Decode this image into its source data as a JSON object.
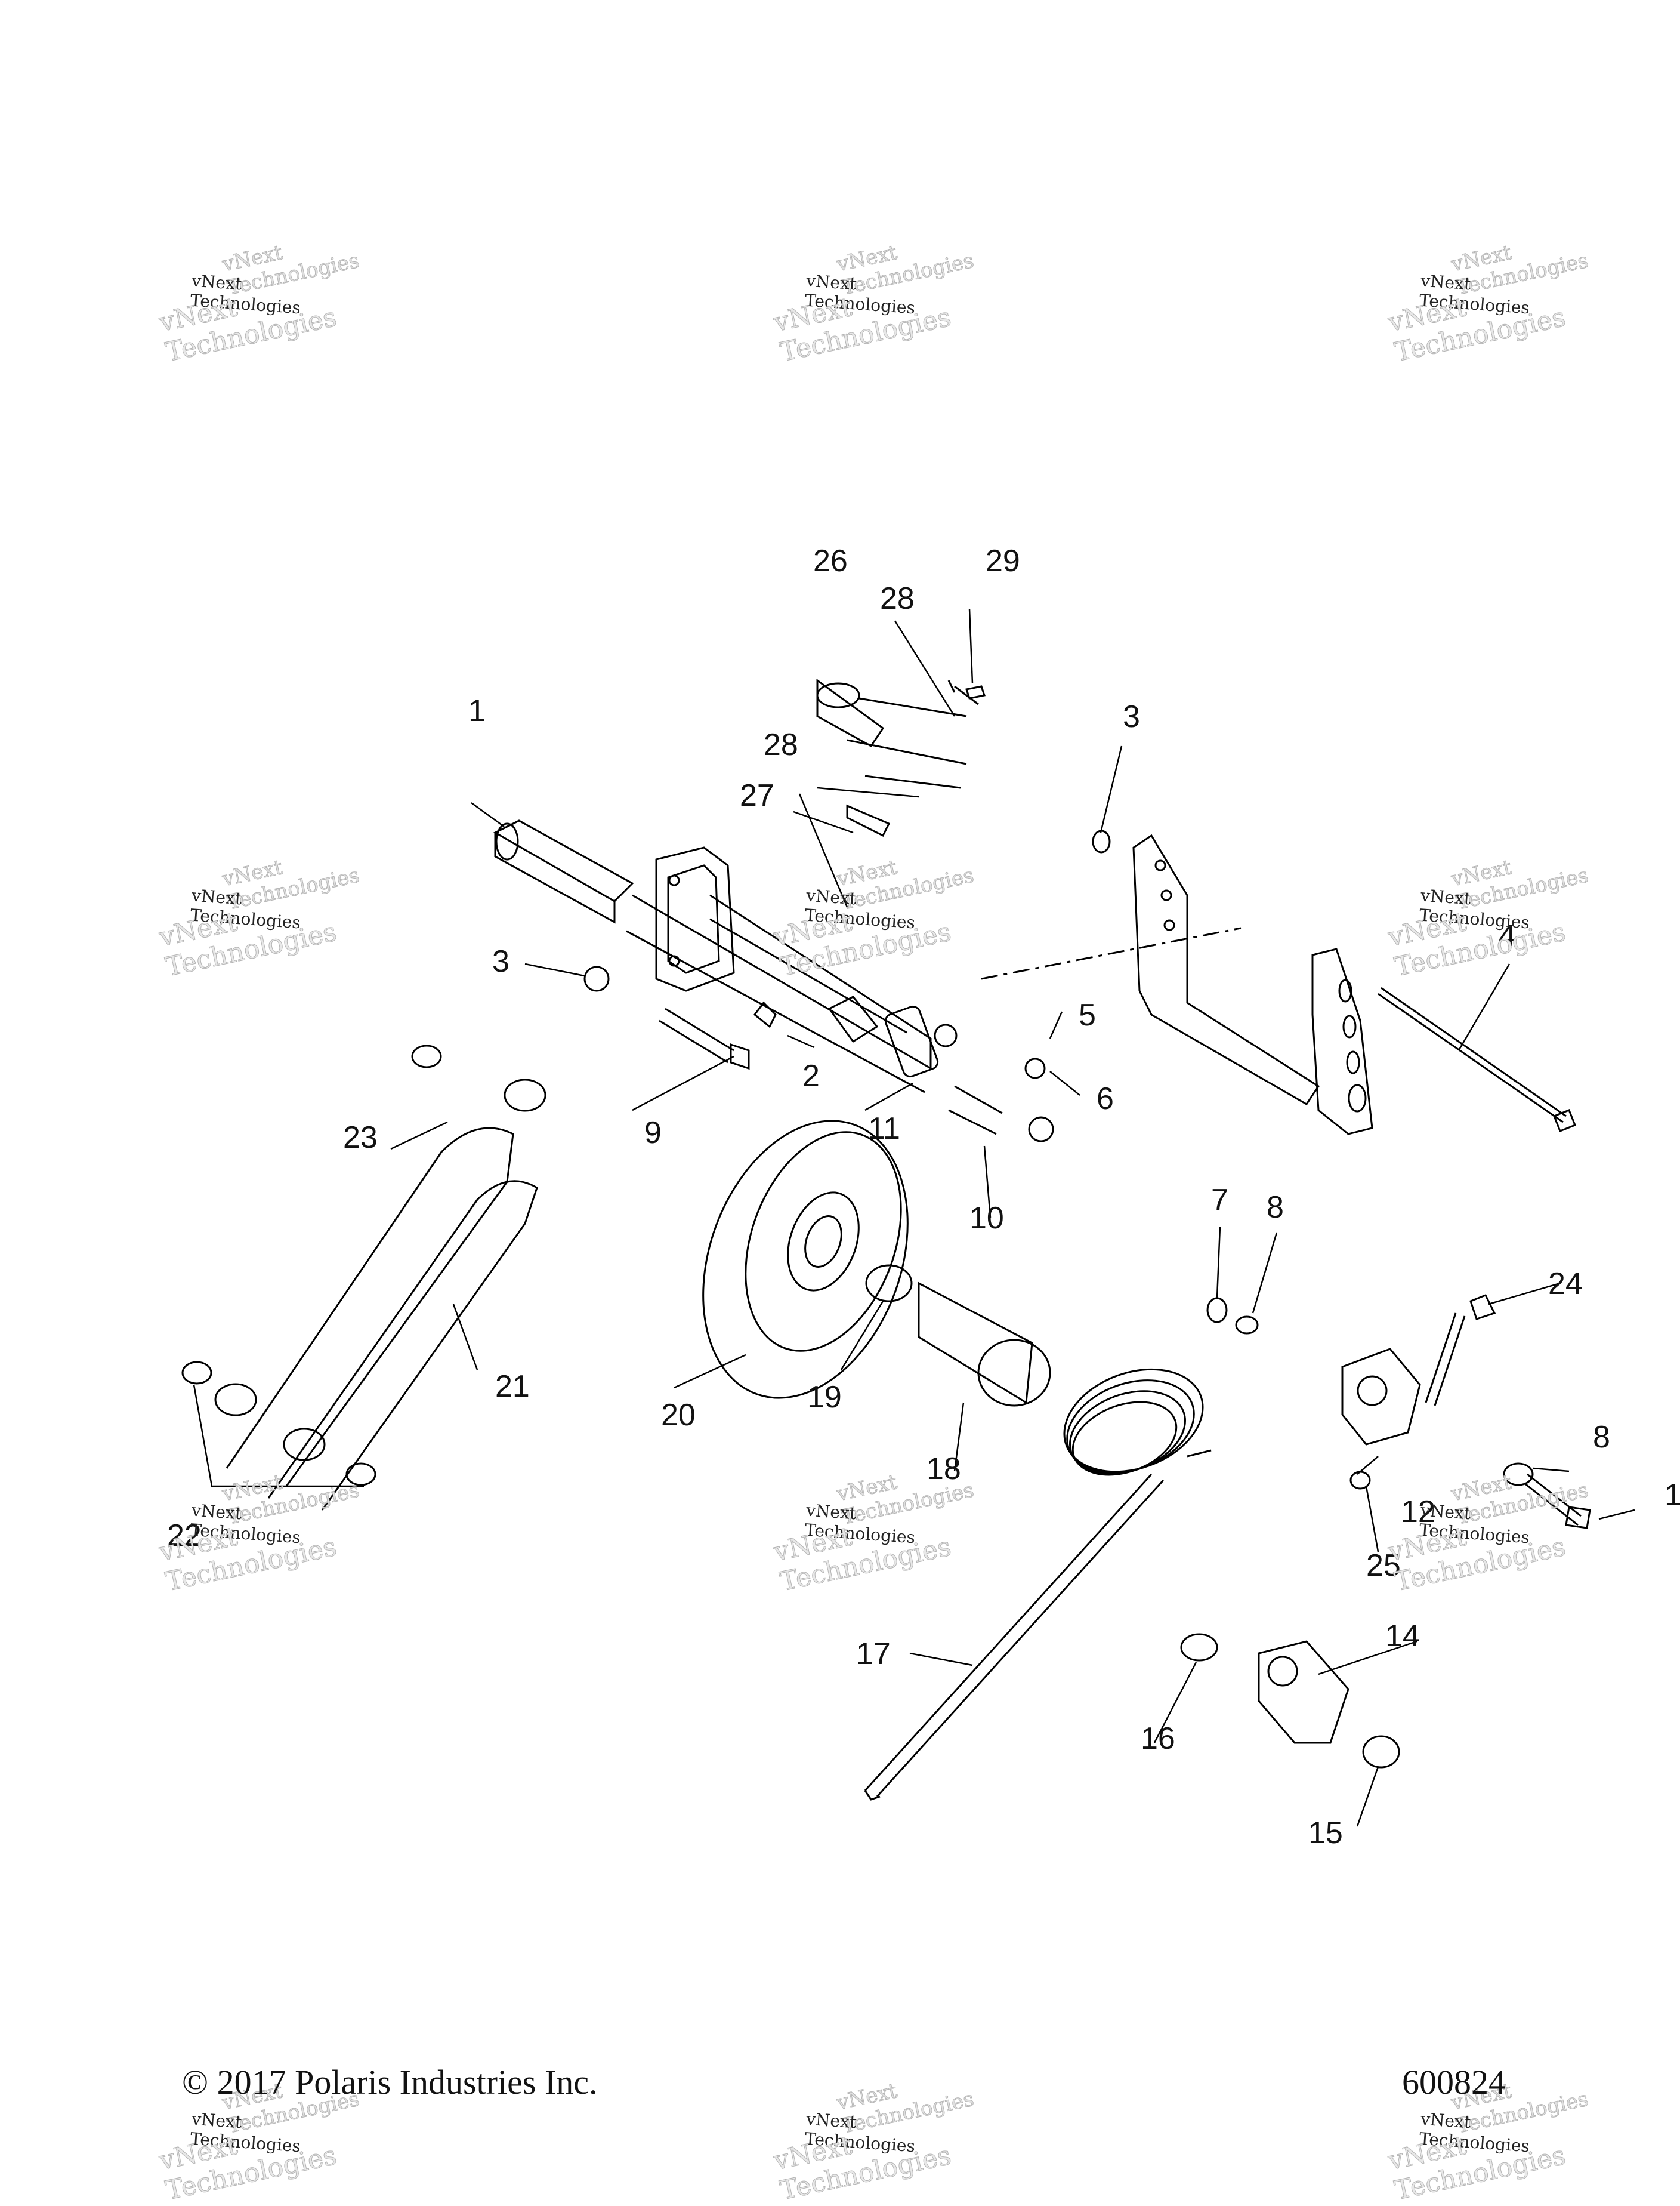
{
  "watermark": "vNext Technologies",
  "copyright": "© 2017 Polaris Industries Inc.",
  "figure_id": "600824",
  "callouts": {
    "c1": "1",
    "c2": "2",
    "c3a": "3",
    "c3b": "3",
    "c4": "4",
    "c5": "5",
    "c6": "6",
    "c7": "7",
    "c8a": "8",
    "c8b": "8",
    "c9": "9",
    "c10": "10",
    "c11": "11",
    "c12": "12",
    "c13": "1",
    "c14": "14",
    "c15": "15",
    "c16": "16",
    "c17": "17",
    "c18": "18",
    "c19": "19",
    "c20": "20",
    "c21": "21",
    "c22": "22",
    "c23": "23",
    "c24": "24",
    "c25": "25",
    "c26": "26",
    "c27": "27",
    "c28a": "28",
    "c28b": "28",
    "c29": "29"
  }
}
